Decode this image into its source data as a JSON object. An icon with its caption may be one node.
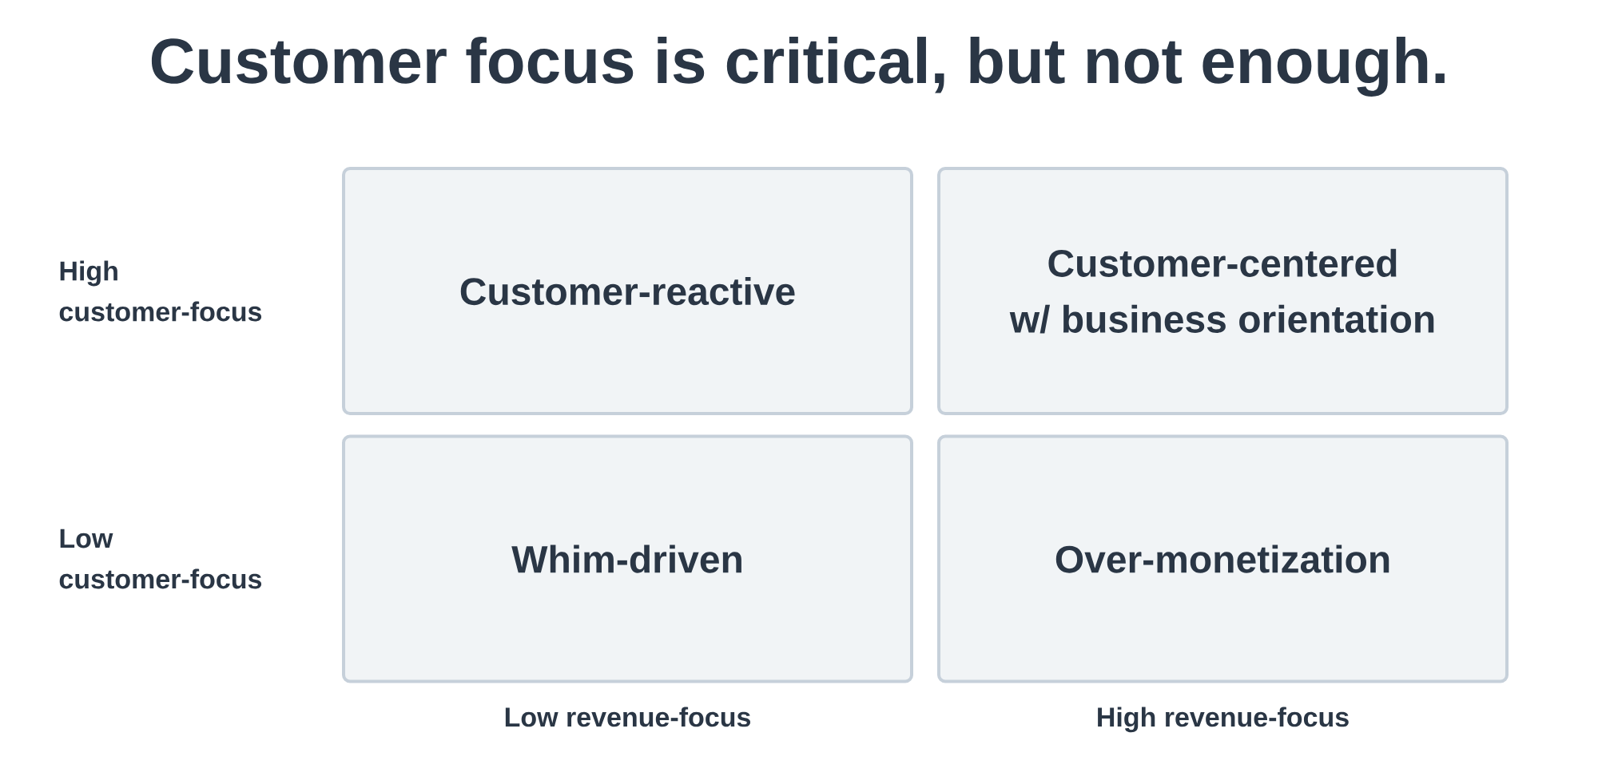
{
  "diagram": {
    "title": "Customer focus is critical, but not enough.",
    "nodes": [
      {
        "text": [
          "Customer-reactive"
        ]
      },
      {
        "text": [
          "Customer-centered w/ business orientation"
        ]
      },
      {
        "text": [
          "Whim-driven"
        ]
      },
      {
        "text": [
          "Over-monetization"
        ]
      }
    ],
    "labels": [
      "High customer-focus",
      "Low customer-focus",
      "Low revenue-focus",
      "High revenue-focus"
    ]
  }
}
